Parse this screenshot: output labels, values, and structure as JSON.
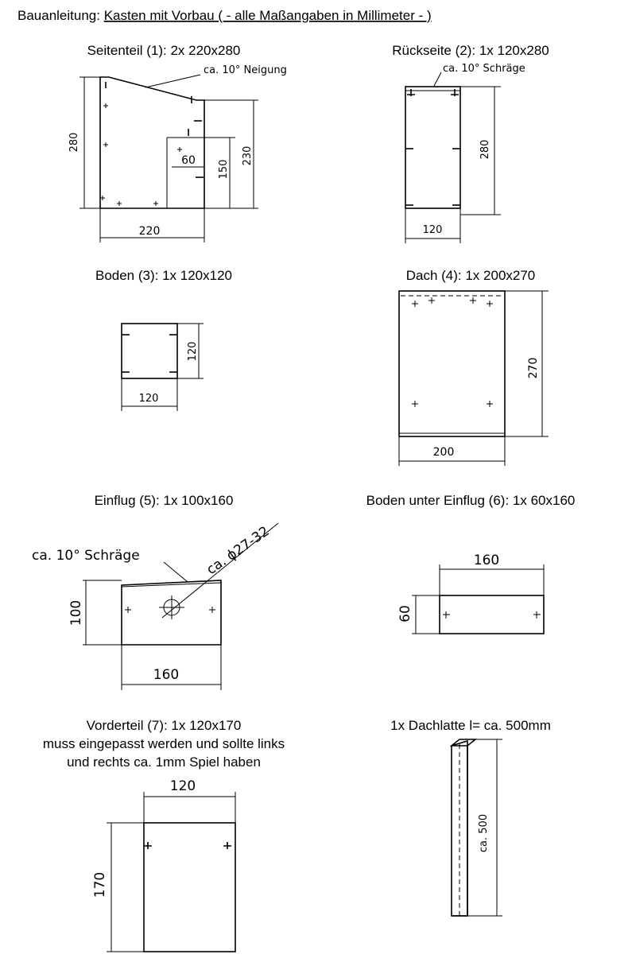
{
  "header": {
    "prefix": "Bauanleitung: ",
    "title": "Kasten mit Vorbau ( - alle Maßangaben in Millimeter - )"
  },
  "parts": {
    "p1": {
      "title": "Seitenteil (1): 2x 220x280",
      "note": "ca. 10° Neigung",
      "dims": {
        "height": "280",
        "width": "220",
        "sub_height": "230",
        "inner_height": "150",
        "inner_width": "60"
      }
    },
    "p2": {
      "title": "Rückseite (2): 1x 120x280",
      "note": "ca. 10° Schräge",
      "dims": {
        "height": "280",
        "width": "120"
      }
    },
    "p3": {
      "title": "Boden (3): 1x 120x120",
      "dims": {
        "height": "120",
        "width": "120"
      }
    },
    "p4": {
      "title": "Dach (4): 1x 200x270",
      "dims": {
        "height": "270",
        "width": "200"
      }
    },
    "p5": {
      "title": "Einflug (5): 1x 100x160",
      "note": "ca. 10° Schräge",
      "hole": "ca. ϕ27-32",
      "dims": {
        "height": "100",
        "width": "160"
      }
    },
    "p6": {
      "title": "Boden unter Einflug (6): 1x 60x160",
      "dims": {
        "height": "60",
        "width": "160"
      }
    },
    "p7": {
      "title_lines": [
        "Vorderteil (7): 1x 120x170",
        "muss eingepasst werden und sollte links",
        "und rechts ca. 1mm Spiel haben"
      ],
      "dims": {
        "height": "170",
        "width": "120"
      }
    },
    "p8": {
      "title": "1x Dachlatte l= ca. 500mm",
      "length": "ca. 500"
    }
  }
}
